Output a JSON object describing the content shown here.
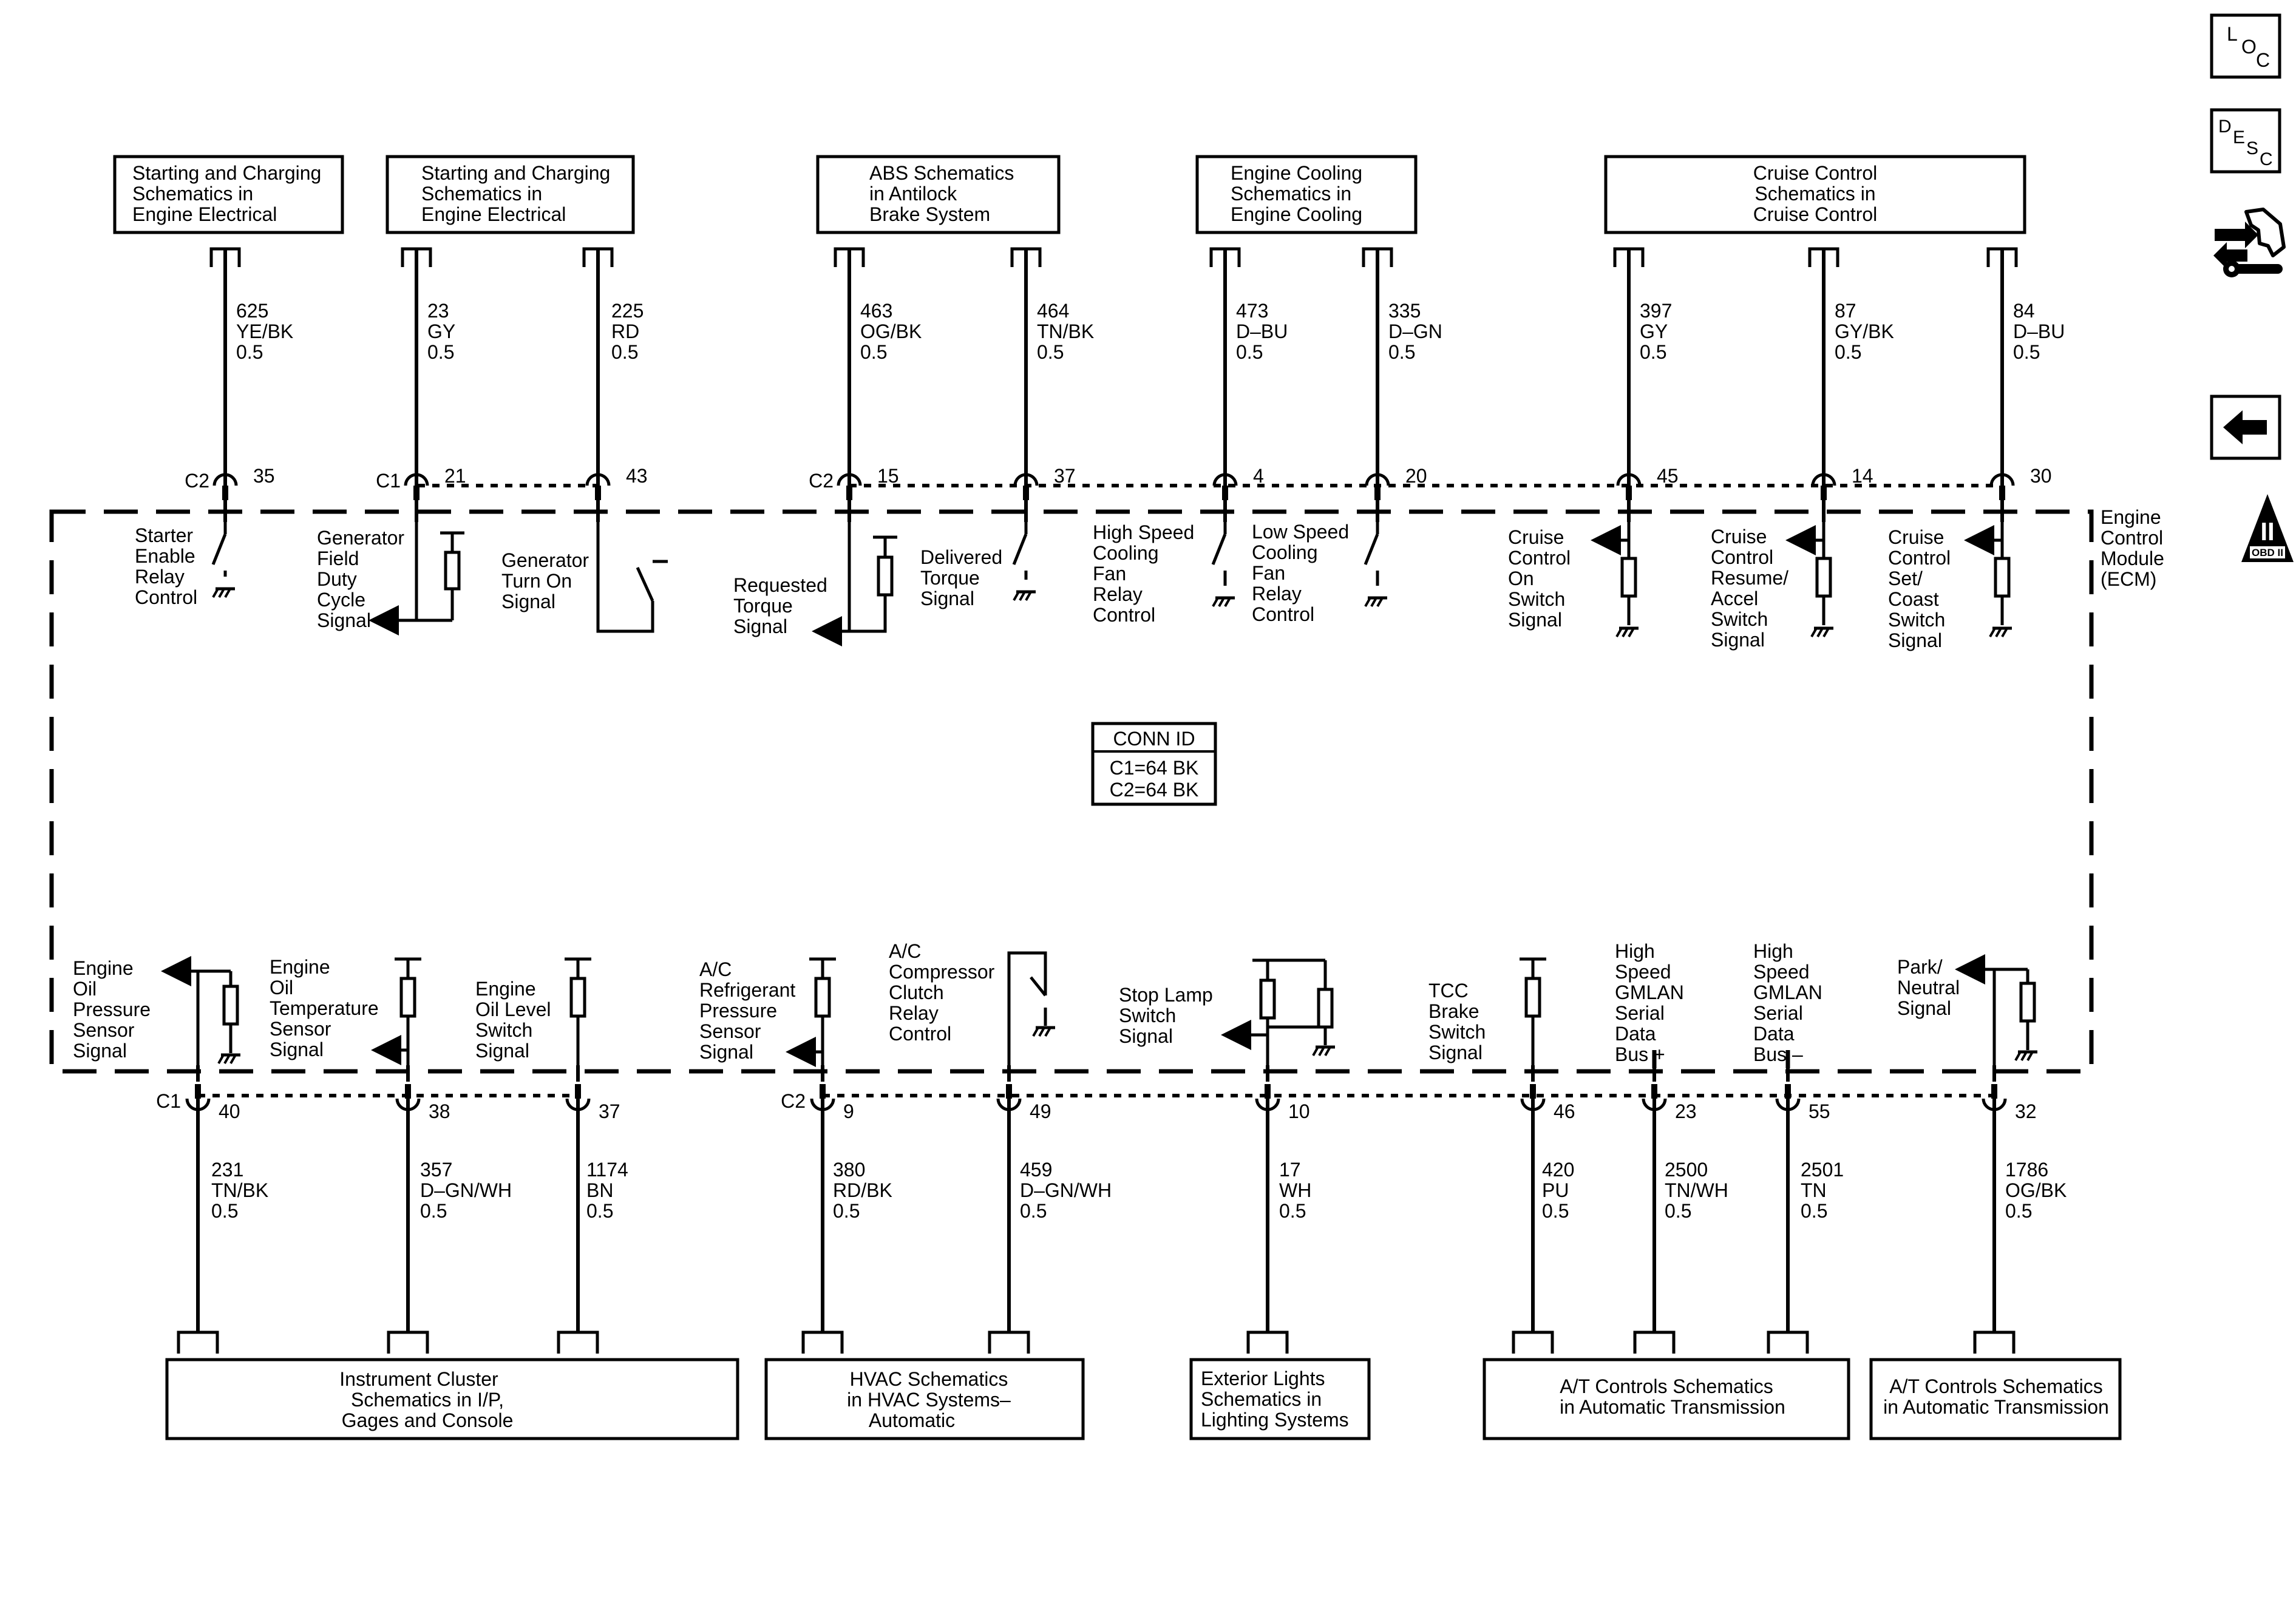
{
  "module": {
    "name_lines": [
      "Engine",
      "Control",
      "Module",
      "(ECM)"
    ],
    "conn_id": {
      "title": "CONN ID",
      "lines": [
        "C1=64 BK",
        "C2=64 BK"
      ]
    }
  },
  "side_buttons": {
    "loc": {
      "letters": [
        "L",
        "O",
        "C"
      ],
      "icon": "location-icon"
    },
    "desc": {
      "letters": [
        "D",
        "E",
        "S",
        "C"
      ],
      "icon": "description-icon"
    },
    "connector": {
      "icon": "connector-wrench-icon"
    },
    "back": {
      "icon": "back-arrow-icon"
    },
    "obd": {
      "numeral": "II",
      "label": "OBD II",
      "icon": "obd-ii-triangle-icon"
    }
  },
  "top_boxes": [
    {
      "lines": [
        "Starting and Charging",
        "Schematics in",
        "Engine Electrical"
      ]
    },
    {
      "lines": [
        "Starting and Charging",
        "Schematics in",
        "Engine Electrical"
      ]
    },
    {
      "lines": [
        "ABS Schematics",
        "in Antilock",
        "Brake System"
      ]
    },
    {
      "lines": [
        "Engine Cooling",
        "Schematics in",
        "Engine Cooling"
      ]
    },
    {
      "lines": [
        "Cruise Control",
        "Schematics in",
        "Cruise Control"
      ]
    }
  ],
  "bottom_boxes": [
    {
      "lines": [
        "Instrument Cluster",
        "Schematics in I/P,",
        "Gages and Console"
      ]
    },
    {
      "lines": [
        "HVAC Schematics",
        "in HVAC Systems–",
        "Automatic"
      ]
    },
    {
      "lines": [
        "Exterior Lights",
        "Schematics in",
        "Lighting Systems"
      ]
    },
    {
      "lines": [
        "A/T Controls Schematics",
        "in Automatic Transmission"
      ]
    },
    {
      "lines": [
        "A/T Controls Schematics",
        "in Automatic Transmission"
      ]
    }
  ],
  "top_circuits": [
    {
      "connector": "C2",
      "pin": "35",
      "wire": [
        "625",
        "YE/BK",
        "0.5"
      ],
      "label": [
        "Starter",
        "Enable",
        "Relay",
        "Control"
      ]
    },
    {
      "connector": "C1",
      "pin": "21",
      "wire": [
        "23",
        "GY",
        "0.5"
      ],
      "label": [
        "Generator",
        "Field",
        "Duty",
        "Cycle",
        "Signal"
      ]
    },
    {
      "connector": "",
      "pin": "43",
      "wire": [
        "225",
        "RD",
        "0.5"
      ],
      "label": [
        "Generator",
        "Turn On",
        "Signal"
      ]
    },
    {
      "connector": "C2",
      "pin": "15",
      "wire": [
        "463",
        "OG/BK",
        "0.5"
      ],
      "label": [
        "Requested",
        "Torque",
        "Signal"
      ]
    },
    {
      "connector": "",
      "pin": "37",
      "wire": [
        "464",
        "TN/BK",
        "0.5"
      ],
      "label": [
        "Delivered",
        "Torque",
        "Signal"
      ]
    },
    {
      "connector": "",
      "pin": "4",
      "wire": [
        "473",
        "D–BU",
        "0.5"
      ],
      "label": [
        "High Speed",
        "Cooling",
        "Fan",
        "Relay",
        "Control"
      ]
    },
    {
      "connector": "",
      "pin": "20",
      "wire": [
        "335",
        "D–GN",
        "0.5"
      ],
      "label": [
        "Low Speed",
        "Cooling",
        "Fan",
        "Relay",
        "Control"
      ]
    },
    {
      "connector": "",
      "pin": "45",
      "wire": [
        "397",
        "GY",
        "0.5"
      ],
      "label": [
        "Cruise",
        "Control",
        "On",
        "Switch",
        "Signal"
      ]
    },
    {
      "connector": "",
      "pin": "14",
      "wire": [
        "87",
        "GY/BK",
        "0.5"
      ],
      "label": [
        "Cruise",
        "Control",
        "Resume/",
        "Accel",
        "Switch",
        "Signal"
      ]
    },
    {
      "connector": "",
      "pin": "30",
      "wire": [
        "84",
        "D–BU",
        "0.5"
      ],
      "label": [
        "Cruise",
        "Control",
        "Set/",
        "Coast",
        "Switch",
        "Signal"
      ]
    }
  ],
  "bottom_circuits": [
    {
      "connector": "C1",
      "pin": "40",
      "wire": [
        "231",
        "TN/BK",
        "0.5"
      ],
      "label": [
        "Engine",
        "Oil",
        "Pressure",
        "Sensor",
        "Signal"
      ]
    },
    {
      "connector": "",
      "pin": "38",
      "wire": [
        "357",
        "D–GN/WH",
        "0.5"
      ],
      "label": [
        "Engine",
        "Oil",
        "Temperature",
        "Sensor",
        "Signal"
      ]
    },
    {
      "connector": "",
      "pin": "37",
      "wire": [
        "1174",
        "BN",
        "0.5"
      ],
      "label": [
        "Engine",
        "Oil Level",
        "Switch",
        "Signal"
      ]
    },
    {
      "connector": "C2",
      "pin": "9",
      "wire": [
        "380",
        "RD/BK",
        "0.5"
      ],
      "label": [
        "A/C",
        "Refrigerant",
        "Pressure",
        "Sensor",
        "Signal"
      ]
    },
    {
      "connector": "",
      "pin": "49",
      "wire": [
        "459",
        "D–GN/WH",
        "0.5"
      ],
      "label": [
        "A/C",
        "Compressor",
        "Clutch",
        "Relay",
        "Control"
      ]
    },
    {
      "connector": "",
      "pin": "10",
      "wire": [
        "17",
        "WH",
        "0.5"
      ],
      "label": [
        "Stop Lamp",
        "Switch",
        "Signal"
      ]
    },
    {
      "connector": "",
      "pin": "46",
      "wire": [
        "420",
        "PU",
        "0.5"
      ],
      "label": [
        "TCC",
        "Brake",
        "Switch",
        "Signal"
      ]
    },
    {
      "connector": "",
      "pin": "23",
      "wire": [
        "2500",
        "TN/WH",
        "0.5"
      ],
      "label": [
        "High",
        "Speed",
        "GMLAN",
        "Serial",
        "Data",
        "Bus +"
      ]
    },
    {
      "connector": "",
      "pin": "55",
      "wire": [
        "2501",
        "TN",
        "0.5"
      ],
      "label": [
        "High",
        "Speed",
        "GMLAN",
        "Serial",
        "Data",
        "Bus –"
      ]
    },
    {
      "connector": "",
      "pin": "32",
      "wire": [
        "1786",
        "OG/BK",
        "0.5"
      ],
      "label": [
        "Park/",
        "Neutral",
        "Signal"
      ]
    }
  ]
}
